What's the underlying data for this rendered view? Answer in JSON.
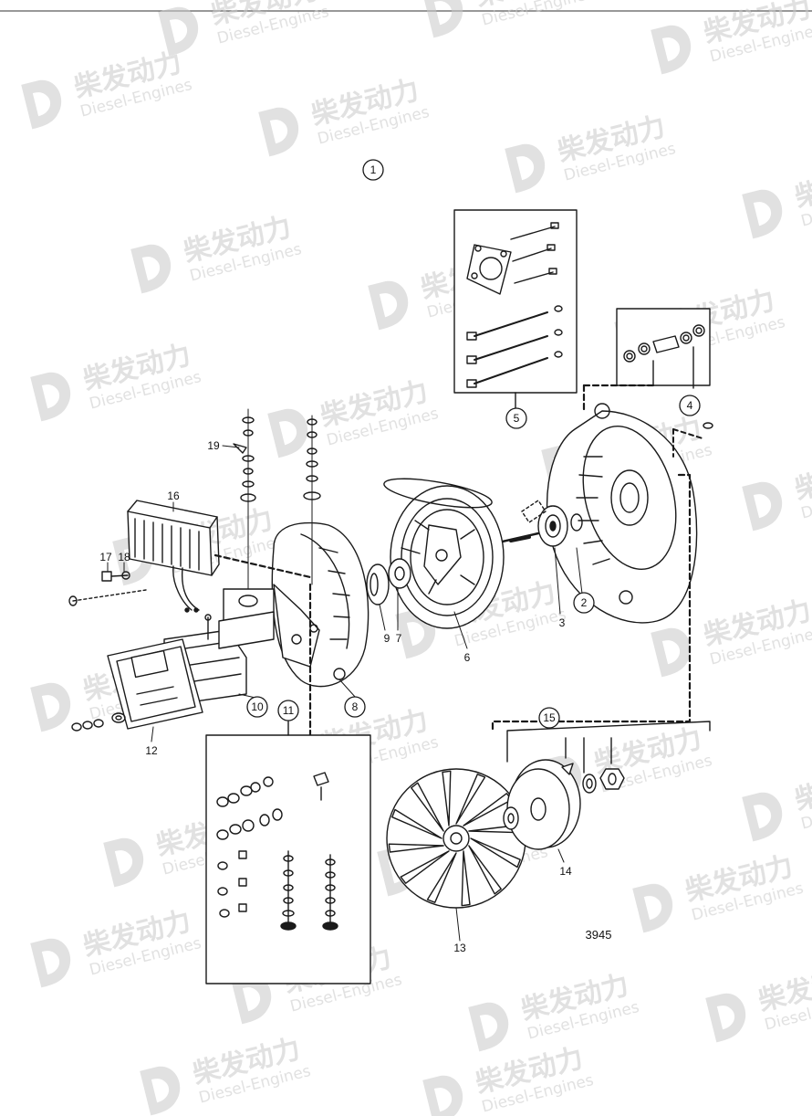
{
  "watermark": {
    "brand_cn": "柴发动力",
    "brand_en": "Diesel-Engines",
    "color": "#c9c9c9"
  },
  "diagram": {
    "figure_number": "3945",
    "callouts": {
      "c1": "1",
      "c2": "2",
      "c3": "3",
      "c4": "4",
      "c5": "5",
      "c6": "6",
      "c7": "7",
      "c8": "8",
      "c9": "9",
      "c10": "10",
      "c11": "11",
      "c12": "12",
      "c13": "13",
      "c14": "14",
      "c15": "15",
      "c16": "16",
      "c17": "17",
      "c18": "18",
      "c19": "19"
    }
  },
  "colors": {
    "ink": "#1a1a1a",
    "paper": "#ffffff"
  }
}
